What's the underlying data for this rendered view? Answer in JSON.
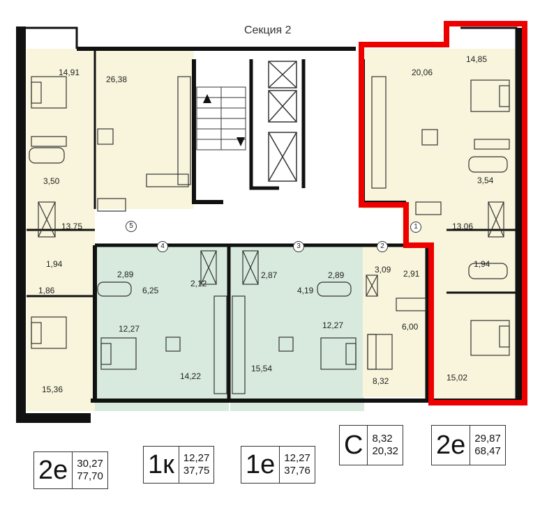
{
  "section_title": "Секция 2",
  "colors": {
    "apartment_2e": "#f8f5dc",
    "apartment_1": "#d7eadd",
    "apartment_studio": "#f9d6ad",
    "walls": "#111111",
    "highlight": "#ee0000"
  },
  "room_areas": {
    "a": "14,91",
    "b": "26,38",
    "c": "3,50",
    "d": "13,75",
    "e": "1,94",
    "f": "1,86",
    "g": "15,36",
    "h": "2,89",
    "i": "6,25",
    "j": "2,12",
    "k": "12,27",
    "l": "14,22",
    "m": "2,87",
    "n": "4,19",
    "o": "2,89",
    "p": "12,27",
    "q": "15,54",
    "r": "3,09",
    "s": "2,91",
    "t": "6,00",
    "u": "8,32",
    "v": "20,06",
    "w": "14,85",
    "x": "3,54",
    "y": "13,06",
    "z": "1,94",
    "aa": "15,02"
  },
  "entrance_numbers": [
    "5",
    "4",
    "3",
    "2",
    "1"
  ],
  "legends": [
    {
      "type": "2е",
      "living": "30,27",
      "total": "77,70"
    },
    {
      "type": "1к",
      "living": "12,27",
      "total": "37,75"
    },
    {
      "type": "1е",
      "living": "12,27",
      "total": "37,76"
    },
    {
      "type": "С",
      "living": "8,32",
      "total": "20,32"
    },
    {
      "type": "2е",
      "living": "29,87",
      "total": "68,47"
    }
  ]
}
